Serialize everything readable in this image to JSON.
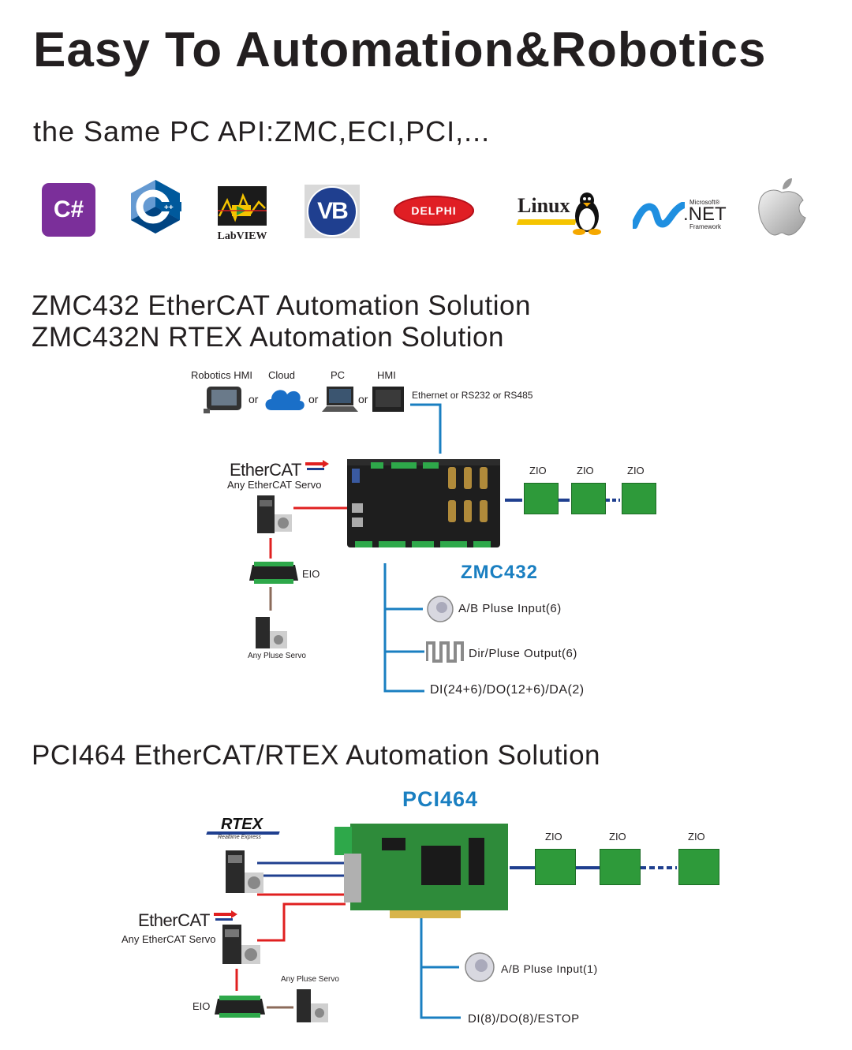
{
  "title": "Easy To Automation&Robotics",
  "subtitle": "the Same PC API:ZMC,ECI,PCI,...",
  "api_logos": {
    "csharp": "C#",
    "cpp": "C++",
    "labview": "LabVIEW",
    "vb": "VB",
    "delphi": "DELPHI",
    "linux": "Linux",
    "dotnet_ms": "Microsoft®",
    "dotnet": ".NET",
    "dotnet_fw": "Framework",
    "apple": "apple-icon"
  },
  "zmc": {
    "heading1": "ZMC432 EtherCAT Automation Solution",
    "heading2": "ZMC432N RTEX Automation Solution",
    "host_labels": [
      "Robotics HMI",
      "Cloud",
      "PC",
      "HMI"
    ],
    "or": "or",
    "link": "Ethernet  or  RS232  or  RS485",
    "ethercat_logo": "EtherCAT",
    "ethercat_servo": "Any EtherCAT Servo",
    "eio": "EIO",
    "pulse_servo": "Any Pluse Servo",
    "zio": [
      "ZIO",
      "ZIO",
      "ZIO"
    ],
    "controller": "ZMC432",
    "io": [
      "A/B  Pluse Input(6)",
      "Dir/Pluse Output(6)",
      "DI(24+6)/DO(12+6)/DA(2)"
    ]
  },
  "pci": {
    "heading": "PCI464 EtherCAT/RTEX Automation Solution",
    "card": "PCI464",
    "rtex": "RTEX",
    "rtex_sub": "Realtime Express",
    "ethercat_logo": "EtherCAT",
    "ethercat_servo": "Any EtherCAT Servo",
    "pulse_servo": "Any Pluse Servo",
    "eio": "EIO",
    "zio": [
      "ZIO",
      "ZIO",
      "ZIO"
    ],
    "io": [
      "A/B  Pluse Input(1)",
      "DI(8)/DO(8)/ESTOP"
    ]
  },
  "colors": {
    "blue": "#1a7fc1",
    "red": "#e02020",
    "navy": "#1f3f8f",
    "brown": "#8b6b5a",
    "green": "#2e9a3a"
  }
}
